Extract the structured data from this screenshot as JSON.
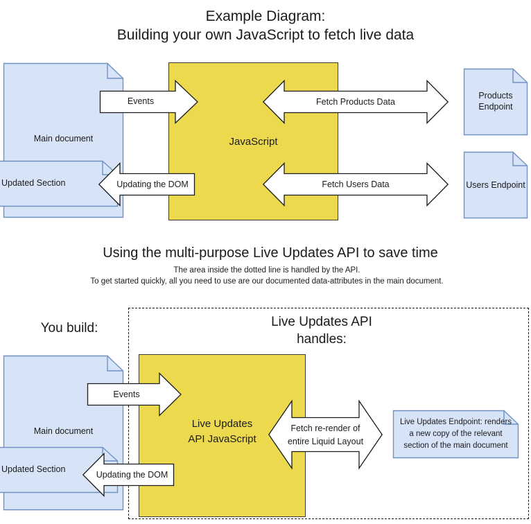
{
  "diagram": {
    "title": "Example Diagram:\nBuilding your own JavaScript to fetch live data",
    "section_title": "Using the multi-purpose Live Updates API to save time",
    "section_subtitle": "The area inside the dotted line is handled by the API.\nTo get started quickly, all you need to use are our documented data-attributes in the main document.",
    "colors": {
      "doc_fill": "#d7e4f7",
      "doc_stroke": "#6f92c2",
      "process_fill": "#ecd94e",
      "process_stroke": "#3b3b3b",
      "arrow_fill": "#ffffff",
      "arrow_stroke": "#1b1b1b",
      "dotted_stroke": "#111111"
    }
  },
  "top": {
    "main_document": "Main document",
    "updated_section": "Updated Section",
    "javascript_box": "JavaScript",
    "products_endpoint": "Products\nEndpoint",
    "users_endpoint": "Users Endpoint",
    "arrow_events": "Events",
    "arrow_updating_dom": "Updating the DOM",
    "arrow_fetch_products": "Fetch Products Data",
    "arrow_fetch_users": "Fetch Users Data"
  },
  "bottom": {
    "you_build": "You build:",
    "api_handles": "Live Updates API\nhandles:",
    "main_document": "Main document",
    "updated_section": "Updated Section",
    "api_javascript_box": "Live Updates\nAPI JavaScript",
    "live_updates_endpoint": "Live Updates Endpoint: renders\na new copy of the relevant\nsection of the main document",
    "arrow_events": "Events",
    "arrow_updating_dom": "Updating the DOM",
    "arrow_fetch_rerender": "Fetch re-render of\nentire Liquid Layout"
  }
}
